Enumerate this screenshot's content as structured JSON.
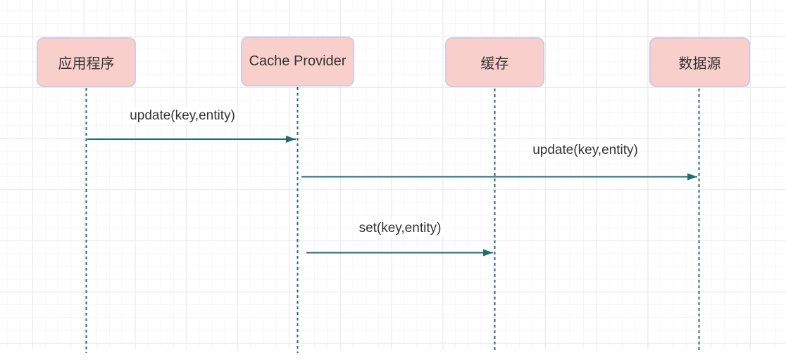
{
  "diagram": {
    "type": "sequence-diagram",
    "actors": [
      {
        "id": "application",
        "label": "应用程序"
      },
      {
        "id": "cache-provider",
        "label": "Cache Provider"
      },
      {
        "id": "cache",
        "label": "缓存"
      },
      {
        "id": "data-source",
        "label": "数据源"
      }
    ],
    "messages": [
      {
        "id": "update-app-to-provider",
        "label": "update(key,entity)",
        "from": "应用程序",
        "to": "Cache Provider"
      },
      {
        "id": "update-provider-to-datasource",
        "label": "update(key,entity)",
        "from": "Cache Provider",
        "to": "数据源"
      },
      {
        "id": "set-provider-to-cache",
        "label": "set(key,entity)",
        "from": "Cache Provider",
        "to": "缓存"
      }
    ],
    "colors": {
      "actor_fill": "#f8cfcb",
      "actor_border": "#d0cbe8",
      "line_teal": "#226b72",
      "text": "#333333",
      "grid_major": "#e9e9e9",
      "grid_minor": "#f6f6f6",
      "background": "#ffffff"
    }
  }
}
